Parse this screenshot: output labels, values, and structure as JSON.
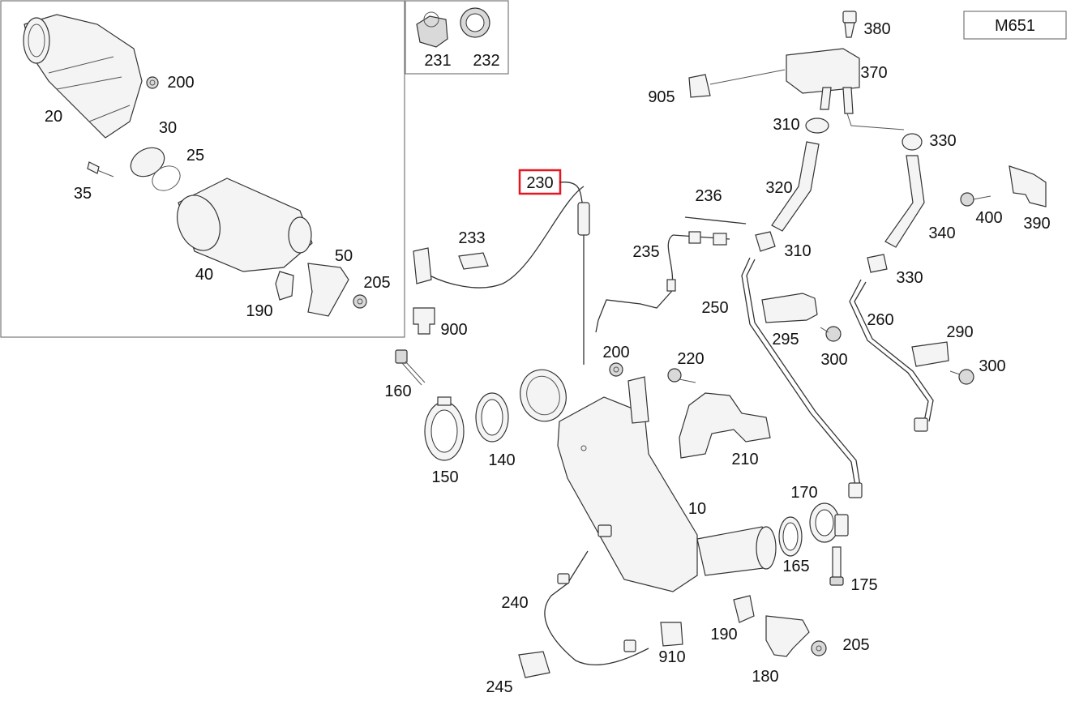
{
  "diagram": {
    "model_code": "M651",
    "highlight_color": "#e8141e",
    "highlighted_part": "230",
    "parts": {
      "p20": "20",
      "p200a": "200",
      "p30": "30",
      "p25": "25",
      "p35": "35",
      "p40": "40",
      "p50": "50",
      "p205a": "205",
      "p190a": "190",
      "p231": "231",
      "p232": "232",
      "p230": "230",
      "p233": "233",
      "p900": "900",
      "p236": "236",
      "p235": "235",
      "p380": "380",
      "p370": "370",
      "p905": "905",
      "p310a": "310",
      "p330a": "330",
      "p320": "320",
      "p310b": "310",
      "p400": "400",
      "p390": "390",
      "p340": "340",
      "p330b": "330",
      "p250": "250",
      "p295": "295",
      "p300a": "300",
      "p260": "260",
      "p290": "290",
      "p300b": "300",
      "p200b": "200",
      "p220": "220",
      "p160": "160",
      "p150": "150",
      "p140": "140",
      "p210": "210",
      "p10": "10",
      "p170": "170",
      "p165": "165",
      "p175": "175",
      "p240": "240",
      "p910": "910",
      "p190b": "190",
      "p205b": "205",
      "p245": "245",
      "p180": "180"
    }
  }
}
